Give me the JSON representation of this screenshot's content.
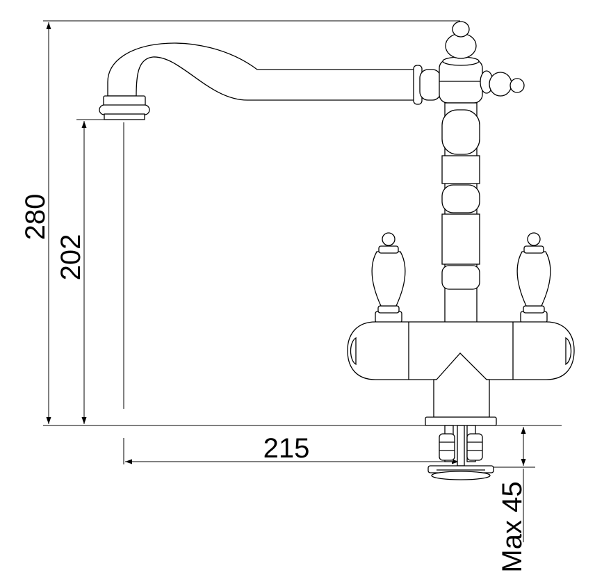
{
  "diagram": {
    "subject": "faucet-technical-drawing",
    "line_color": "#000000",
    "background_color": "#ffffff",
    "dimensions": {
      "total_height": "280",
      "spout_height": "202",
      "spout_reach": "215",
      "max_deck_thickness": "Max 45"
    }
  }
}
